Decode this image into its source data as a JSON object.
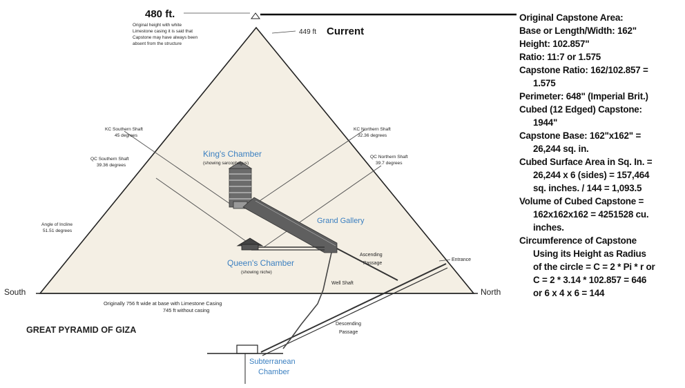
{
  "diagram": {
    "title": "GREAT PYRAMID OF GIZA",
    "height_original": "480 ft.",
    "height_original_note": [
      "Original height with white",
      "Limestone casing it is said that",
      "Capstone may have always been",
      "absent from the structure"
    ],
    "height_current_value": "449 ft",
    "height_current_label": "Current",
    "south": "South",
    "north": "North",
    "base_note": [
      "Originally 756 ft wide at base with Limestone Casing",
      "745 ft without casing"
    ],
    "kc_southern_shaft": [
      "KC Southern Shaft",
      "45 degrees"
    ],
    "qc_southern_shaft": [
      "QC Southern Shaft",
      "39.36 degrees"
    ],
    "kc_northern_shaft": [
      "KC Northern Shaft",
      "32.36 degrees"
    ],
    "qc_northern_shaft": [
      "QC Northern Shaft",
      "39.7 degrees"
    ],
    "angle_of_incline": [
      "Angle of Incline",
      "51.51 degrees"
    ],
    "kings_chamber": "King's Chamber",
    "kings_chamber_note": "(showing sarcophagus)",
    "grand_gallery": "Grand Gallery",
    "queens_chamber": "Queen's Chamber",
    "queens_chamber_note": "(showing niche)",
    "ascending_passage": [
      "Ascending",
      "Passage"
    ],
    "entrance": "Entrance",
    "well_shaft": "Well Shaft",
    "descending_passage": [
      "Descending",
      "Passage"
    ],
    "subterranean_chamber": [
      "Subterranean",
      "Chamber"
    ],
    "colors": {
      "line": "#111111",
      "fill": "#f4efe4",
      "label_blue": "#3a7fc0"
    }
  },
  "capstone_panel": {
    "lines": [
      {
        "text": "Original Capstone Area:",
        "indent": false
      },
      {
        "text": "Base or Length/Width:  162\"",
        "indent": false
      },
      {
        "text": "Height:  102.857\"",
        "indent": false
      },
      {
        "text": "Ratio:  11:7 or 1.575",
        "indent": false
      },
      {
        "text": "Capstone Ratio:  162/102.857 =",
        "indent": false
      },
      {
        "text": "1.575",
        "indent": true
      },
      {
        "text": "Perimeter:  648\" (Imperial Brit.)",
        "indent": false
      },
      {
        "text": "Cubed (12 Edged) Capstone:",
        "indent": false
      },
      {
        "text": "1944\"",
        "indent": true
      },
      {
        "text": "Capstone Base:  162\"x162\" =",
        "indent": false
      },
      {
        "text": "26,244 sq. in.",
        "indent": true
      },
      {
        "text": "Cubed Surface Area in Sq. In. =",
        "indent": false
      },
      {
        "text": "26,244 x 6 (sides) = 157,464",
        "indent": true
      },
      {
        "text": "sq. inches. / 144 = 1,093.5",
        "indent": true
      },
      {
        "text": "Volume of Cubed Capstone =",
        "indent": false
      },
      {
        "text": "162x162x162 = 4251528 cu.",
        "indent": true
      },
      {
        "text": "inches.",
        "indent": true
      },
      {
        "text": "Circumference of Capstone",
        "indent": false
      },
      {
        "text": "Using its Height as Radius",
        "indent": true
      },
      {
        "text": "of the circle = C = 2 * Pi * r or",
        "indent": true
      },
      {
        "text": "C = 2 * 3.14 * 102.857 = 646",
        "indent": true
      },
      {
        "text": "or 6 x 4 x 6 = 144",
        "indent": true
      }
    ]
  }
}
